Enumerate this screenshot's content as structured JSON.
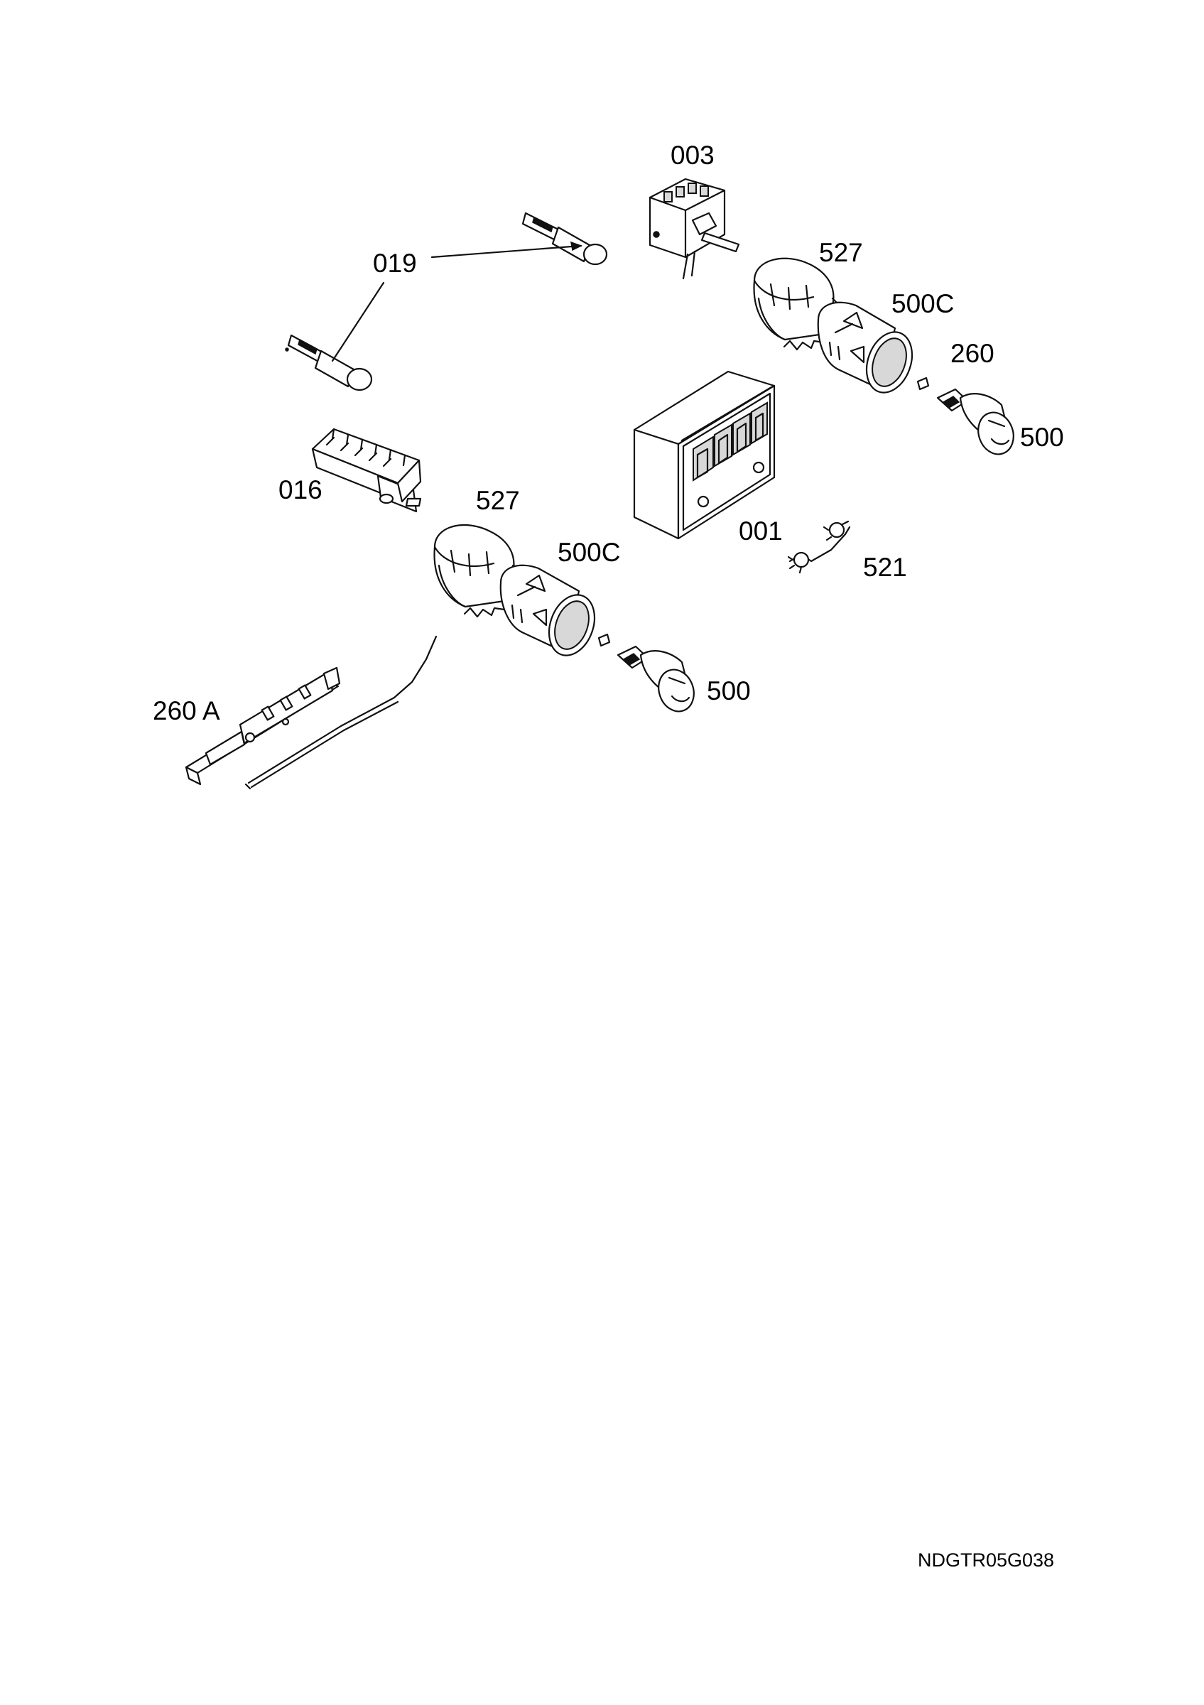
{
  "labels": {
    "p003": "003",
    "p019": "019",
    "p527_top": "527",
    "p500c_top": "500C",
    "p260": "260",
    "p500_top": "500",
    "p016": "016",
    "p527_low": "527",
    "p001": "001",
    "p500c_low": "500C",
    "p521": "521",
    "p500_low": "500",
    "p260a": "260 A"
  },
  "drawing_code": "NDGTR05G038"
}
